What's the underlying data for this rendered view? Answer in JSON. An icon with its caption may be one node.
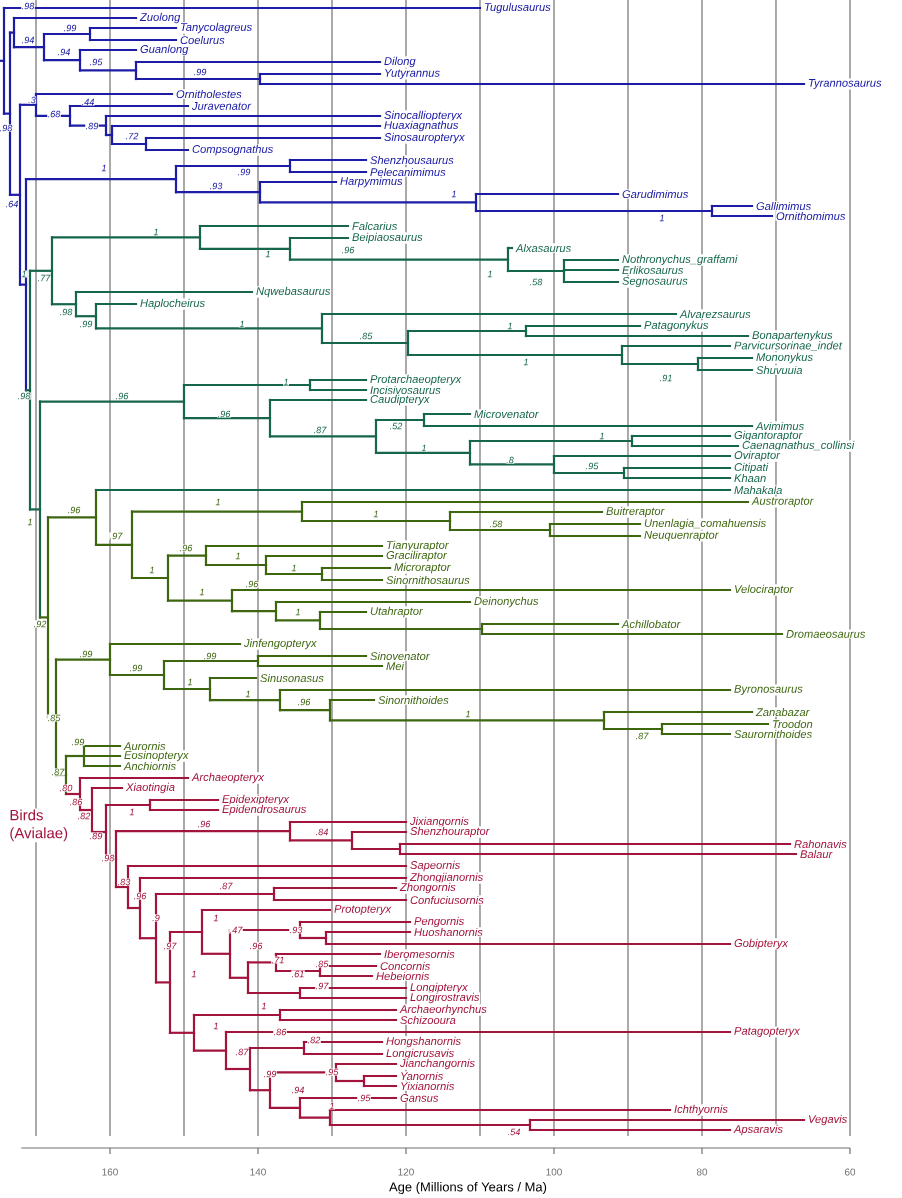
{
  "diagram": {
    "labels": [
      "Tugulusaurus",
      "Zuolong",
      "Tanycolagreus",
      "Coelurus",
      "Guanlong",
      "Dilong",
      "Yutyrannus",
      "Tyrannosaurus",
      "Ornitholestes",
      "Juravenator",
      "Sinocalliopteryx",
      "Huaxiagnathus",
      "Sinosauropteryx",
      "Compsognathus",
      "Shenzhousaurus",
      "Pelecanimimus",
      "Harpymimus",
      "Garudimimus",
      "Gallimimus",
      "Ornithomimus",
      "Falcarius",
      "Beipiaosaurus",
      "Alxasaurus",
      "Nothronychus_graffami",
      "Erlikosaurus",
      "Segnosaurus",
      "Nqwebasaurus",
      "Haplocheirus",
      "Alvarezsaurus",
      "Patagonykus",
      "Bonapartenykus",
      "Parvicursorinae_indet",
      "Mononykus",
      "Shuvuuia",
      "Protarchaeopteryx",
      "Incisivosaurus",
      "Caudipteryx",
      "Microvenator",
      "Avimimus",
      "Gigantoraptor",
      "Caenagnathus_collinsi",
      "Oviraptor",
      "Citipati",
      "Khaan",
      "Mahakala",
      "Austroraptor",
      "Buitreraptor",
      "Unenlagia_comahuensis",
      "Neuquenraptor",
      "Tianyuraptor",
      "Graciliraptor",
      "Microraptor",
      "Sinornithosaurus",
      "Velociraptor",
      "Deinonychus",
      "Utahraptor",
      "Achillobator",
      "Dromaeosaurus",
      "Jinfengopteryx",
      "Sinovenator",
      "Mei",
      "Sinusonasus",
      "Byronosaurus",
      "Sinornithoides",
      "Zanabazar",
      "Troodon",
      "Saurornithoides",
      "Aurornis",
      "Eosinopteryx",
      "Anchiornis",
      "Archaeopteryx",
      "Xiaotingia",
      "Epidexipteryx",
      "Epidendrosaurus",
      "Jixiangornis",
      "Shenzhouraptor",
      "Rahonavis",
      "Balaur",
      "Sapeornis",
      "Zhongjianornis",
      "Zhongornis",
      "Confuciusornis",
      "Protopteryx",
      "Pengornis",
      "Huoshanornis",
      "Gobipteryx",
      "Iberomesornis",
      "Concornis",
      "Hebeiornis",
      "Longipteryx",
      "Longirostravis",
      "Archaeorhynchus",
      "Schizooura",
      "Patagopteryx",
      "Hongshanornis",
      "Longicrusavis",
      "Jianchangornis",
      "Yanornis",
      "Yixianornis",
      "Gansus",
      "Ichthyornis",
      "Vegavis",
      "Apsaravis",
      ".98",
      ".99",
      ".94",
      ".94",
      ".95",
      ".99",
      ".3",
      ".44",
      ".68",
      ".98",
      ".89",
      ".72",
      "1",
      ".99",
      ".93",
      "1",
      ".64",
      "1",
      "1",
      "1",
      ".96",
      "1",
      ".77",
      "1",
      ".58",
      ".98",
      ".99",
      "1",
      "1",
      ".85",
      "1",
      ".91",
      "1",
      ".98",
      ".96",
      ".96",
      ".87",
      ".52",
      "1",
      "1",
      ".8",
      ".95",
      "1",
      ".96",
      "1",
      "1",
      ".58",
      ".97",
      ".96",
      "1",
      "1",
      "1",
      ".96",
      "1",
      "1",
      ".92",
      ".99",
      ".99",
      ".99",
      "1",
      "1",
      ".96",
      ".85",
      "1",
      ".87",
      ".99",
      ".87",
      ".80",
      ".86",
      ".82",
      "1",
      ".96",
      ".89",
      ".84",
      ".98",
      ".83",
      ".87",
      ".96",
      ".9",
      "1",
      ".47",
      ".93",
      ".97",
      ".96",
      ".71",
      ".85",
      "1",
      ".61",
      ".97",
      "1",
      "1",
      ".86",
      ".82",
      ".87",
      ".99",
      ".95",
      ".94",
      ".95",
      "1",
      ".54",
      "Birds (Avialae)",
      "160",
      "140",
      "120",
      "100",
      "80",
      "60",
      "Age (Millions of Years / Ma)"
    ]
  }
}
